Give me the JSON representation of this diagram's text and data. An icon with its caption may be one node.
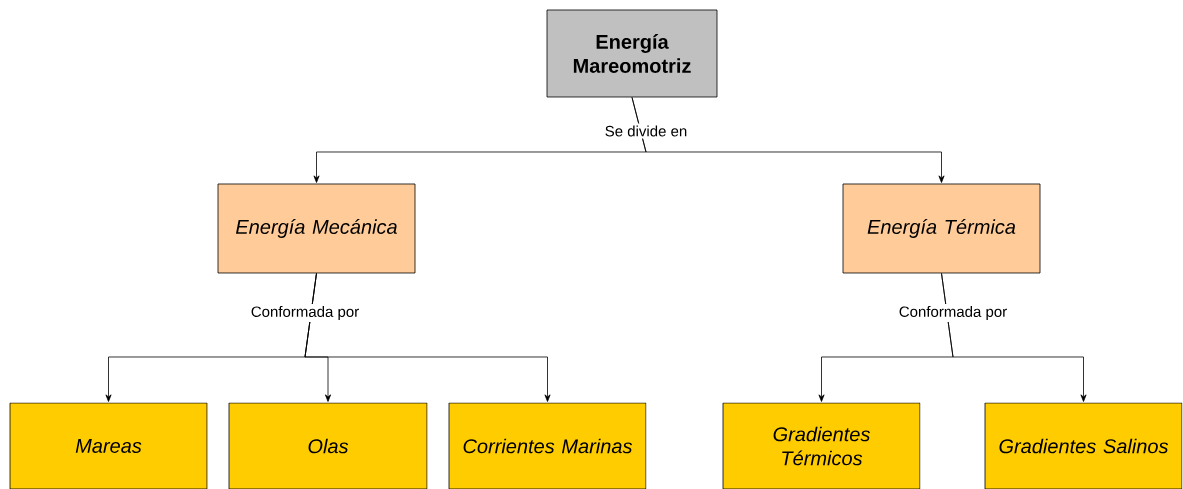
{
  "diagram": {
    "nodes": [
      {
        "text": [
          "Energía Mareomotriz"
        ]
      },
      {
        "text": [
          "Energía Mecánica"
        ]
      },
      {
        "text": [
          "Energía Térmica"
        ]
      },
      {
        "text": [
          "Mareas"
        ]
      },
      {
        "text": [
          "Olas"
        ]
      },
      {
        "text": [
          "Corrientes Marinas"
        ]
      },
      {
        "text": [
          "Gradientes Térmicos"
        ]
      },
      {
        "text": [
          "Gradientes Salinos"
        ]
      }
    ],
    "edges": [
      {
        "from": 0,
        "to": 1,
        "arrow": "to",
        "label": "Se divide en"
      },
      {
        "from": 0,
        "to": 2,
        "arrow": "to"
      },
      {
        "from": 1,
        "to": 3,
        "arrow": "to",
        "label": "Conformada por"
      },
      {
        "from": 1,
        "to": 4,
        "arrow": "to"
      },
      {
        "from": 1,
        "to": 5,
        "arrow": "to"
      },
      {
        "from": 2,
        "to": 6,
        "arrow": "to",
        "label": "Conformada por"
      },
      {
        "from": 2,
        "to": 7,
        "arrow": "to"
      }
    ]
  }
}
